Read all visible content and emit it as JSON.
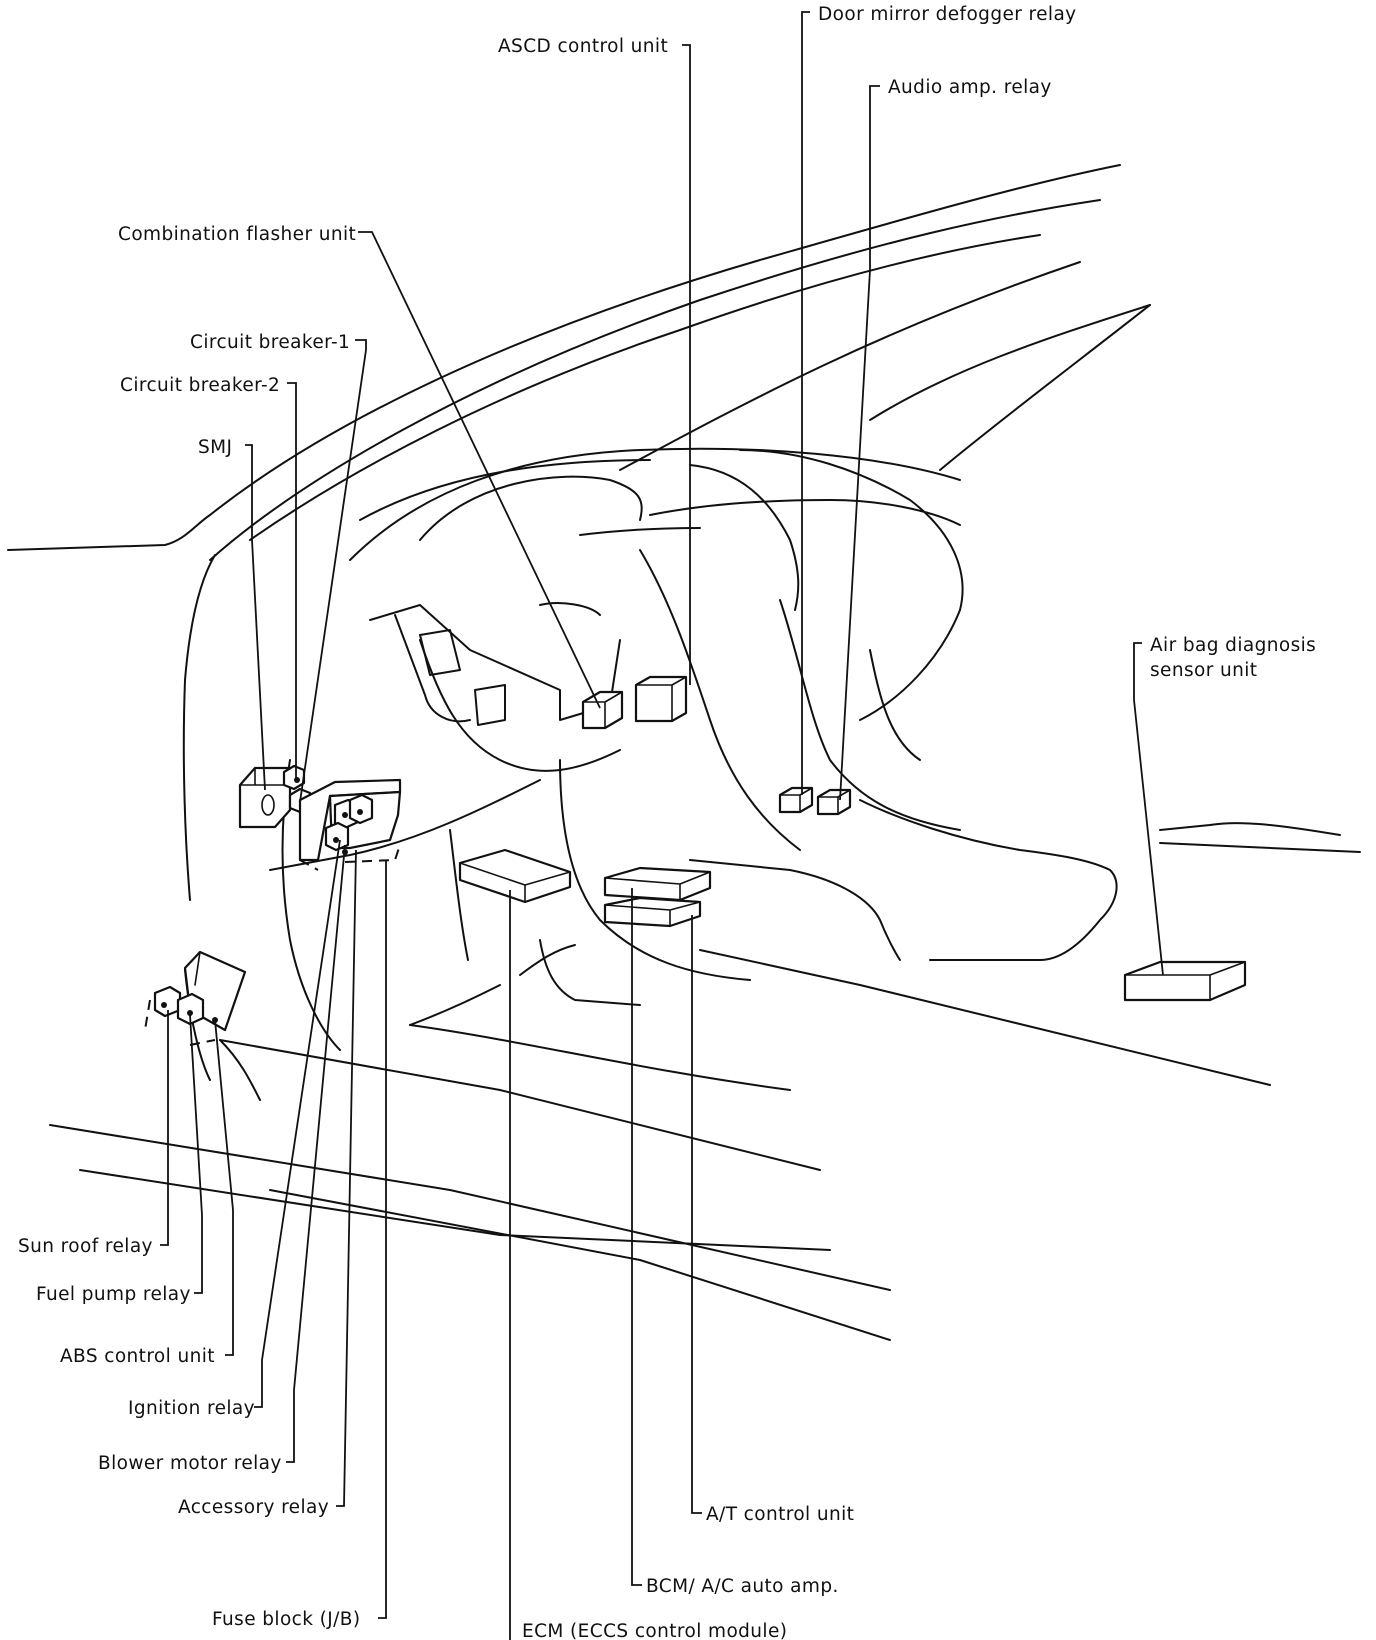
{
  "labels": {
    "door_mirror_defogger_relay": "Door mirror defogger relay",
    "ascd_control_unit": "ASCD control unit",
    "audio_amp_relay": "Audio amp. relay",
    "combination_flasher_unit": "Combination flasher unit",
    "circuit_breaker_1": "Circuit breaker-1",
    "circuit_breaker_2": "Circuit breaker-2",
    "smj": "SMJ",
    "air_bag_diagnosis_line1": "Air bag diagnosis",
    "air_bag_diagnosis_line2": "sensor unit",
    "sun_roof_relay": "Sun roof relay",
    "fuel_pump_relay": "Fuel pump relay",
    "abs_control_unit": "ABS control unit",
    "ignition_relay": "Ignition relay",
    "blower_motor_relay": "Blower motor relay",
    "accessory_relay": "Accessory relay",
    "at_control_unit": "A/T control unit",
    "bcm_ac_auto_amp": "BCM/ A/C auto amp.",
    "fuse_block": "Fuse block (J/B)",
    "ecm": "ECM (ECCS control module)"
  }
}
